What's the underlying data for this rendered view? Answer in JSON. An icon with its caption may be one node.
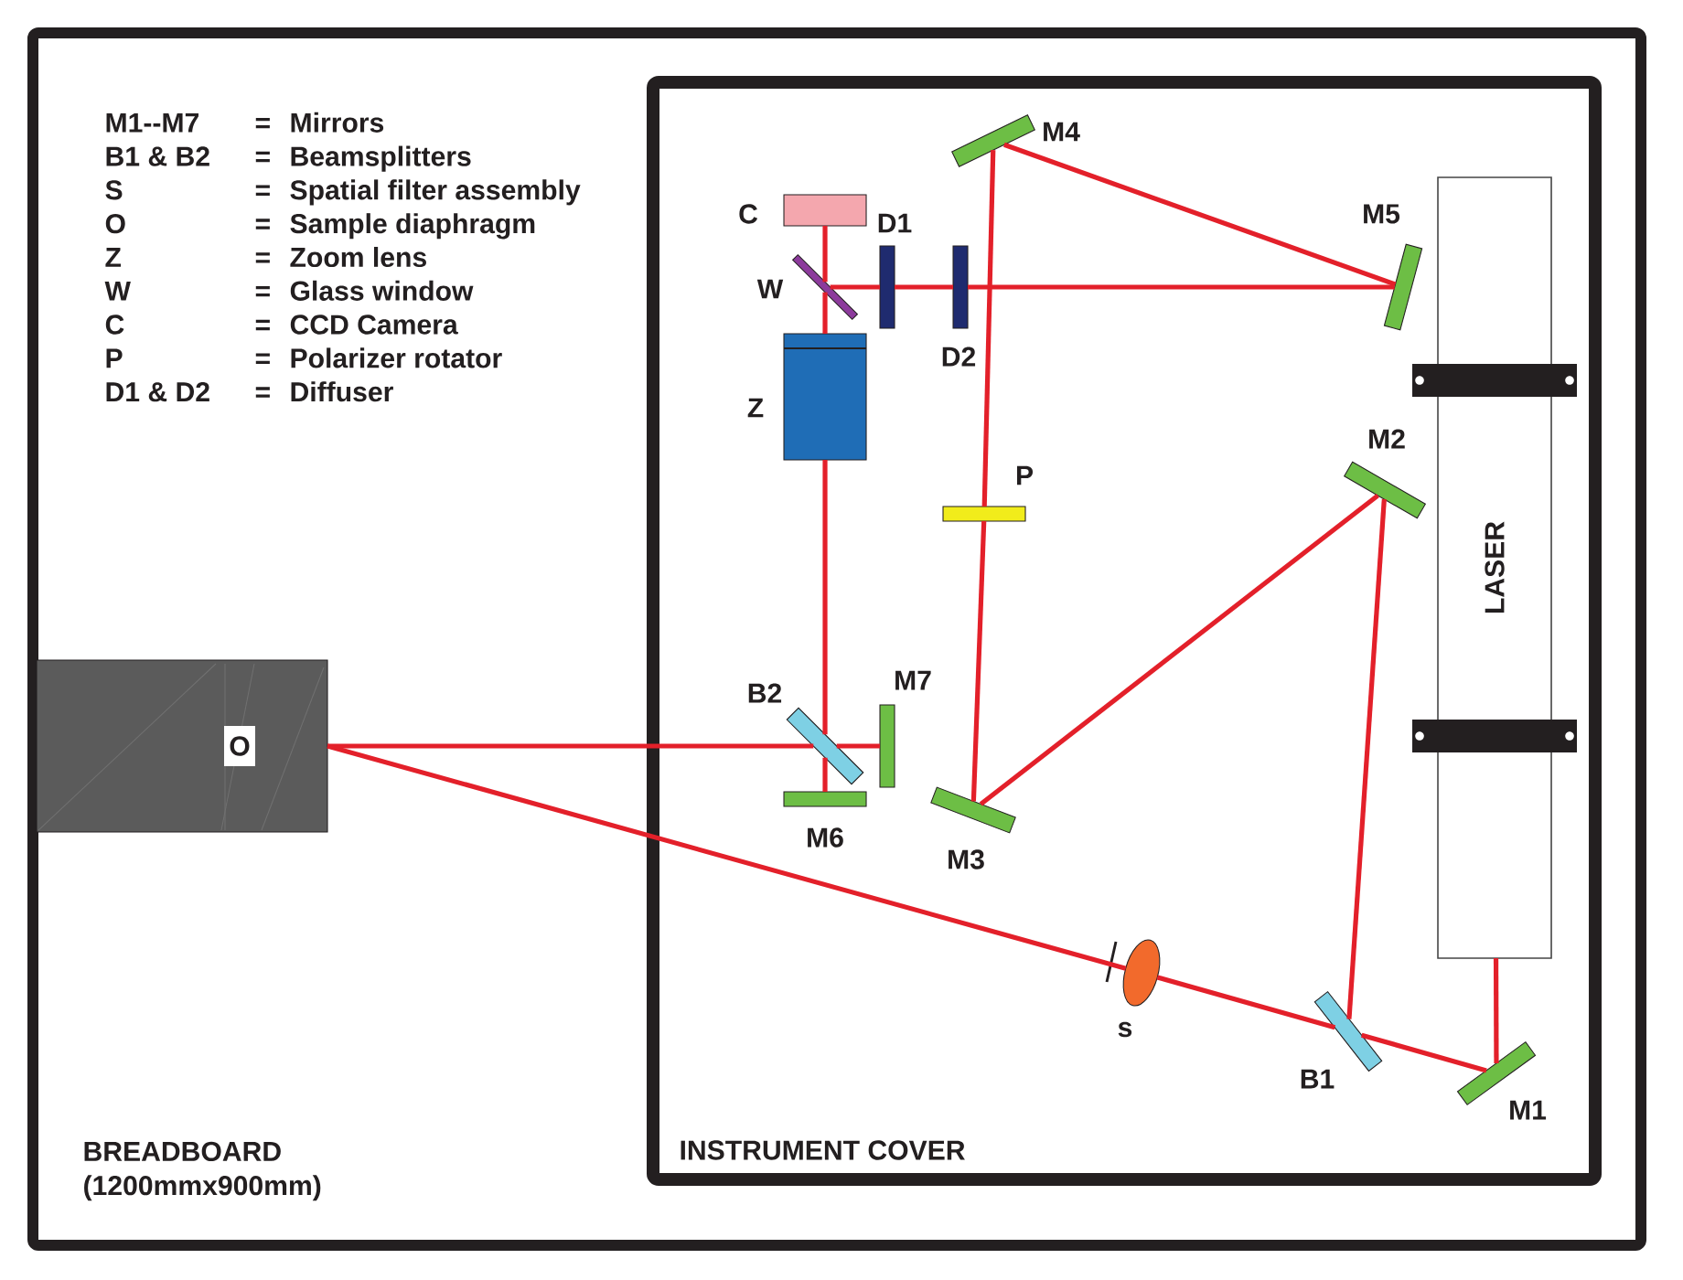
{
  "diagram": {
    "nodes": [
      {
        "text": [
          "BREADBOARD (1200mmx900mm)"
        ]
      },
      {
        "text": [
          "INSTRUMENT COVER"
        ],
        "in": 0
      },
      {
        "text": [
          "O"
        ],
        "in": 0
      },
      {
        "text": [
          "M4"
        ],
        "in": 1
      },
      {
        "text": [
          "C"
        ],
        "in": 1
      },
      {
        "text": [
          "D1"
        ],
        "in": 1
      },
      {
        "text": [
          "M5"
        ],
        "in": 1
      },
      {
        "text": [
          "W"
        ],
        "in": 1
      },
      {
        "text": [
          "D2"
        ],
        "in": 1
      },
      {
        "text": [
          "Z"
        ],
        "in": 1
      },
      {
        "text": [
          "M2"
        ],
        "in": 1
      },
      {
        "text": [
          "P"
        ],
        "in": 1
      },
      {
        "text": [
          "LASER"
        ],
        "in": 1
      },
      {
        "text": [
          "B2"
        ],
        "in": 1
      },
      {
        "text": [
          "M7"
        ],
        "in": 1
      },
      {
        "text": [
          "M6"
        ],
        "in": 1
      },
      {
        "text": [
          "M3"
        ],
        "in": 1
      },
      {
        "text": [
          "s"
        ],
        "in": 1
      },
      {
        "text": [
          "B1"
        ],
        "in": 1
      },
      {
        "text": [
          "M1"
        ],
        "in": 1
      }
    ],
    "edges": [
      {
        "from": 12,
        "to": 19,
        "arrow": "none"
      },
      {
        "from": 19,
        "to": 18,
        "arrow": "none"
      },
      {
        "from": 18,
        "to": 17,
        "arrow": "none"
      },
      {
        "from": 17,
        "to": 2,
        "arrow": "none"
      },
      {
        "from": 18,
        "to": 10,
        "arrow": "none"
      },
      {
        "from": 10,
        "to": 16,
        "arrow": "none"
      },
      {
        "from": 16,
        "to": 11,
        "arrow": "none"
      },
      {
        "from": 11,
        "to": 3,
        "arrow": "none"
      },
      {
        "from": 3,
        "to": 6,
        "arrow": "none"
      },
      {
        "from": 6,
        "to": 8,
        "arrow": "none"
      },
      {
        "from": 8,
        "to": 5,
        "arrow": "none"
      },
      {
        "from": 5,
        "to": 7,
        "arrow": "none"
      },
      {
        "from": 7,
        "to": 4,
        "arrow": "none"
      },
      {
        "from": 2,
        "to": 13,
        "arrow": "none"
      },
      {
        "from": 13,
        "to": 14,
        "arrow": "none"
      },
      {
        "from": 13,
        "to": 15,
        "arrow": "none"
      },
      {
        "from": 13,
        "to": 9,
        "arrow": "none"
      },
      {
        "from": 9,
        "to": 7,
        "arrow": "none"
      }
    ],
    "labels": [
      "M1--M7",
      "=",
      "Mirrors",
      "B1 & B2",
      "=",
      "Beamsplitters",
      "S",
      "=",
      "Spatial filter assembly",
      "O",
      "=",
      "Sample diaphragm",
      "Z",
      "=",
      "Zoom lens",
      "W",
      "=",
      "Glass window",
      "C",
      "=",
      "CCD Camera",
      "P",
      "=",
      "Polarizer rotator",
      "D1 & D2",
      "=",
      "Diffuser"
    ]
  }
}
